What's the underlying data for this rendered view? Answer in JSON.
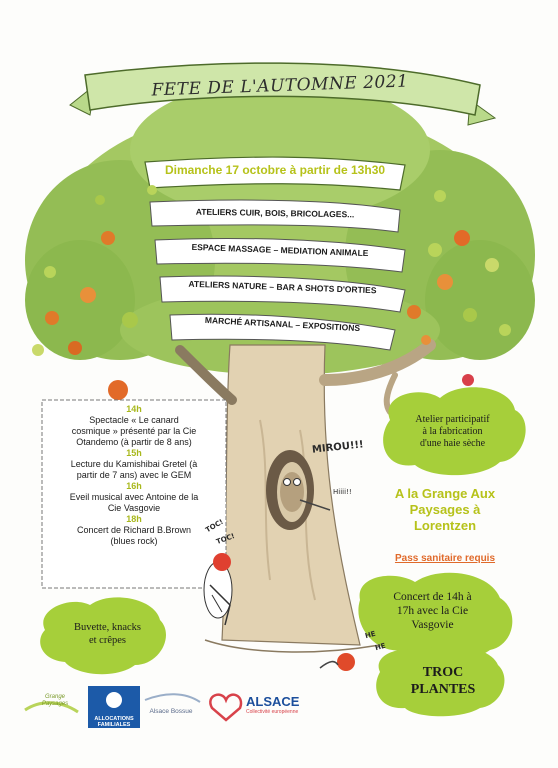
{
  "title": "FETE DE L'AUTOMNE 2021",
  "date": "Dimanche 17 octobre à partir de 13h30",
  "bands": [
    "ATELIERS CUIR, BOIS, BRICOLAGES...",
    "ESPACE MASSAGE – MEDIATION ANIMALE",
    "ATELIERS NATURE – BAR A SHOTS D'ORTIES",
    "MARCHÉ ARTISANAL – EXPOSITIONS"
  ],
  "program": [
    {
      "time": "14h",
      "lines": [
        "Spectacle « Le canard",
        "cosmique » présenté par la Cie",
        "Otandemo (à partir de 8 ans)"
      ]
    },
    {
      "time": "15h",
      "lines": [
        "Lecture du Kamishibai Gretel (à",
        "partir de 7 ans) avec le GEM"
      ]
    },
    {
      "time": "16h",
      "lines": [
        "Eveil musical avec Antoine de la",
        "Cie Vasgovie"
      ]
    },
    {
      "time": "18h",
      "lines": [
        "Concert de Richard B.Brown",
        "(blues rock)"
      ]
    }
  ],
  "atelier": [
    "Atelier participatif",
    "à la fabrication",
    "d'une haie sèche"
  ],
  "location": [
    "A la Grange Aux",
    "Paysages à",
    "Lorentzen"
  ],
  "pass": "Pass sanitaire requis",
  "buvette": [
    "Buvette, knacks",
    "et crêpes"
  ],
  "concert": [
    "Concert de 14h à",
    "17h avec la Cie",
    "Vasgovie"
  ],
  "troc": [
    "TROC",
    "PLANTES"
  ],
  "sounds": {
    "mirou": "MIROU!!!",
    "hiii": "Hiiii!!",
    "toc1": "TOC!",
    "toc2": "TOC!",
    "he1": "HE",
    "he2": "HE"
  },
  "logos": {
    "grange": [
      "Grange",
      "Paysages"
    ],
    "caf": [
      "ALLOCATIONS",
      "FAMILIALES"
    ],
    "alsace_bossue": "Alsace Bossue",
    "alsace": "ALSACE",
    "alsace_sub": "Collectivité européenne"
  },
  "colors": {
    "foliage": "#9cc25a",
    "foliage_dark": "#6f9a3a",
    "cloud": "#a6cf3a",
    "accent": "#b6c21a",
    "orange": "#e06a2b",
    "trunk": "#d9c3a0"
  }
}
